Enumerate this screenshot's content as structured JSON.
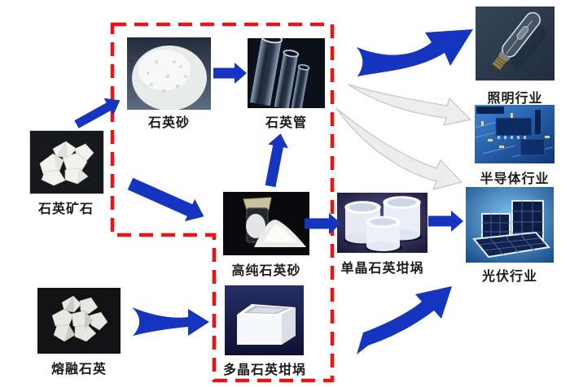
{
  "diagram": {
    "title_hint": "quartz-industry-chain-flow",
    "colors": {
      "arrow_blue": "#1535c0",
      "dashed_box_red": "#e81416",
      "gray_arrow_fill": "#ededed",
      "gray_arrow_stroke": "#c6c6c6",
      "label_text": "#1b1b1b",
      "background": "#ffffff"
    },
    "nodes": {
      "quartz_ore": {
        "label": "石英矿石"
      },
      "quartz_sand": {
        "label": "石英砂"
      },
      "quartz_tube": {
        "label": "石英管"
      },
      "high_purity_sand": {
        "label": "高纯石英砂"
      },
      "mono_crucible": {
        "label": "单晶石英坩埚"
      },
      "poly_crucible": {
        "label": "多晶石英坩埚"
      },
      "fused_quartz": {
        "label": "熔融石英"
      },
      "lighting": {
        "label": "照明行业"
      },
      "semiconductor": {
        "label": "半导体行业"
      },
      "photovoltaic": {
        "label": "光伏行业"
      }
    },
    "edges": [
      {
        "from": "quartz_ore",
        "to": "quartz_sand",
        "style": "blue-block"
      },
      {
        "from": "quartz_sand",
        "to": "quartz_tube",
        "style": "blue-block"
      },
      {
        "from": "quartz_ore",
        "to": "high_purity_sand",
        "style": "blue-block"
      },
      {
        "from": "high_purity_sand",
        "to": "quartz_tube",
        "style": "blue-block"
      },
      {
        "from": "high_purity_sand",
        "to": "mono_crucible",
        "style": "blue-block"
      },
      {
        "from": "mono_crucible",
        "to": "photovoltaic",
        "style": "blue-block"
      },
      {
        "from": "quartz_tube",
        "to": "lighting",
        "style": "blue-swoosh"
      },
      {
        "from": "quartz_tube",
        "to": "semiconductor",
        "style": "gray-swoosh"
      },
      {
        "from": "high_purity_sand",
        "to": "semiconductor",
        "style": "gray-swoosh"
      },
      {
        "from": "fused_quartz",
        "to": "poly_crucible",
        "style": "blue-swoosh"
      },
      {
        "from": "poly_crucible",
        "to": "photovoltaic",
        "style": "blue-swoosh"
      }
    ]
  }
}
